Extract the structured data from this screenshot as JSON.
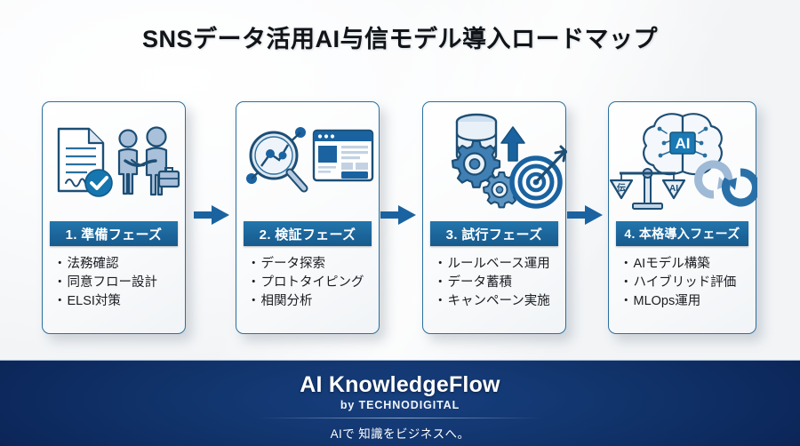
{
  "page": {
    "title": "SNSデータ活用AI与信モデル導入ロードマップ"
  },
  "colors": {
    "band_blue": "#1b6499",
    "card_border": "#2a6f9e",
    "arrow_blue": "#1a63a0",
    "footer_navy": "#0d2d66",
    "icon_fill": "#a9c0da",
    "icon_stroke": "#1d4e74"
  },
  "cards": [
    {
      "band": "1. 準備フェーズ",
      "bullets": [
        "法務確認",
        "同意フロー設計",
        "ELSI対策"
      ],
      "icons": [
        "signed-document-icon",
        "handshake-icon"
      ]
    },
    {
      "band": "2. 検証フェーズ",
      "bullets": [
        "データ探索",
        "プロトタイピング",
        "相関分析"
      ],
      "icons": [
        "magnifier-data-icon",
        "wireframe-browser-icon"
      ]
    },
    {
      "band": "3. 試行フェーズ",
      "bullets": [
        "ルールベース運用",
        "データ蓄積",
        "キャンペーン実施"
      ],
      "icons": [
        "database-upload-icon",
        "gears-icon",
        "target-dart-icon"
      ]
    },
    {
      "band": "4. 本格導入フェーズ",
      "bullets": [
        "AIモデル構築",
        "ハイブリッド評価",
        "MLOps運用"
      ],
      "icons": [
        "ai-brain-icon",
        "balance-scale-icon",
        "cycle-arrows-icon"
      ]
    }
  ],
  "icon_labels": {
    "brain_chip": "AI",
    "scale_left": "伝",
    "scale_right": "AI"
  },
  "bullet_marker": "・",
  "arrows": [
    "arrow-1-to-2",
    "arrow-2-to-3",
    "arrow-3-to-4"
  ],
  "footer": {
    "brand": "AI KnowledgeFlow",
    "byline": "by TECHNODIGITAL",
    "tagline": "AIで 知識をビジネスへ。"
  }
}
